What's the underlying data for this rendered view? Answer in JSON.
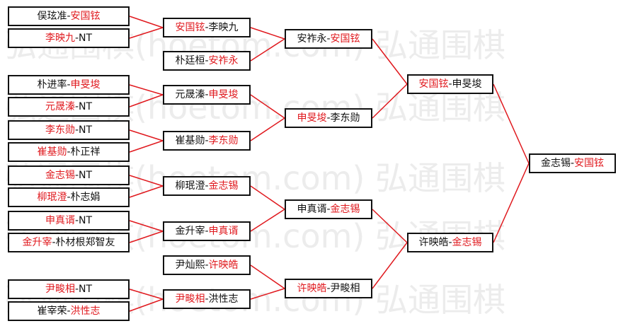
{
  "watermark": {
    "lines": [
      "弘通围棋(hoetom.com) 弘通围棋",
      "弘通围棋(hoetom.com) 弘通围棋",
      "弘通围棋(hoetom.com) 弘通围棋",
      "弘通围棋(hoetom.com) 弘通围棋",
      "弘通围棋(hoetom.com) 弘通围棋"
    ]
  },
  "colors": {
    "highlight": "#e0191e",
    "connector": "#e0191e",
    "border": "#111111"
  },
  "rounds": {
    "r1": [
      {
        "a": "俣玹准-",
        "b": "安国铉",
        "hl": "b"
      },
      {
        "a": "李映九",
        "b": "-NT",
        "hl": "a"
      },
      {
        "a": "朴进率-",
        "b": "申旻埈",
        "hl": "b"
      },
      {
        "a": "元晟溱",
        "b": "-NT",
        "hl": "a"
      },
      {
        "a": "李东勋",
        "b": "-NT",
        "hl": "a"
      },
      {
        "a": "崔基勋",
        "b": "-朴正祥",
        "hl": "a"
      },
      {
        "a": "金志锡",
        "b": "-NT",
        "hl": "a"
      },
      {
        "a": "柳珉澄",
        "b": "-朴志娟",
        "hl": "a"
      },
      {
        "a": "申真谞",
        "b": "-NT",
        "hl": "a"
      },
      {
        "a": "金升宰",
        "b": "-朴材根郑智友",
        "hl": "a"
      },
      {
        "a": "尹畯相",
        "b": "-NT",
        "hl": "a"
      },
      {
        "a": "崔宰荣-",
        "b": "洪性志",
        "hl": "b"
      }
    ],
    "r2": [
      {
        "a": "安国铉",
        "b": "-李映九",
        "hl": "a"
      },
      {
        "a": "朴廷桓-",
        "b": "安祚永",
        "hl": "b"
      },
      {
        "a": "元晟溱-",
        "b": "申旻埈",
        "hl": "b"
      },
      {
        "a": "崔基勋-",
        "b": "李东勋",
        "hl": "b"
      },
      {
        "a": "柳珉澄-",
        "b": "金志锡",
        "hl": "b"
      },
      {
        "a": "金升宰-",
        "b": "申真谞",
        "hl": "b"
      },
      {
        "a": "尹灿熙-",
        "b": "许映皓",
        "hl": "b"
      },
      {
        "a": "尹畯相",
        "b": "-洪性志",
        "hl": "a"
      }
    ],
    "r3": [
      {
        "a": "安祚永-",
        "b": "安国铉",
        "hl": "b"
      },
      {
        "a": "申旻埈",
        "b": "-李东勋",
        "hl": "a"
      },
      {
        "a": "申真谞-",
        "b": "金志锡",
        "hl": "b"
      },
      {
        "a": "许映皓",
        "b": "-尹畯相",
        "hl": "a"
      }
    ],
    "r4": [
      {
        "a": "安国铉",
        "b": "-申旻埈",
        "hl": "a"
      },
      {
        "a": "许映皓-",
        "b": "金志锡",
        "hl": "b"
      }
    ],
    "r5": [
      {
        "a": "金志锡-",
        "b": "安国铉",
        "hl": "b"
      }
    ]
  }
}
